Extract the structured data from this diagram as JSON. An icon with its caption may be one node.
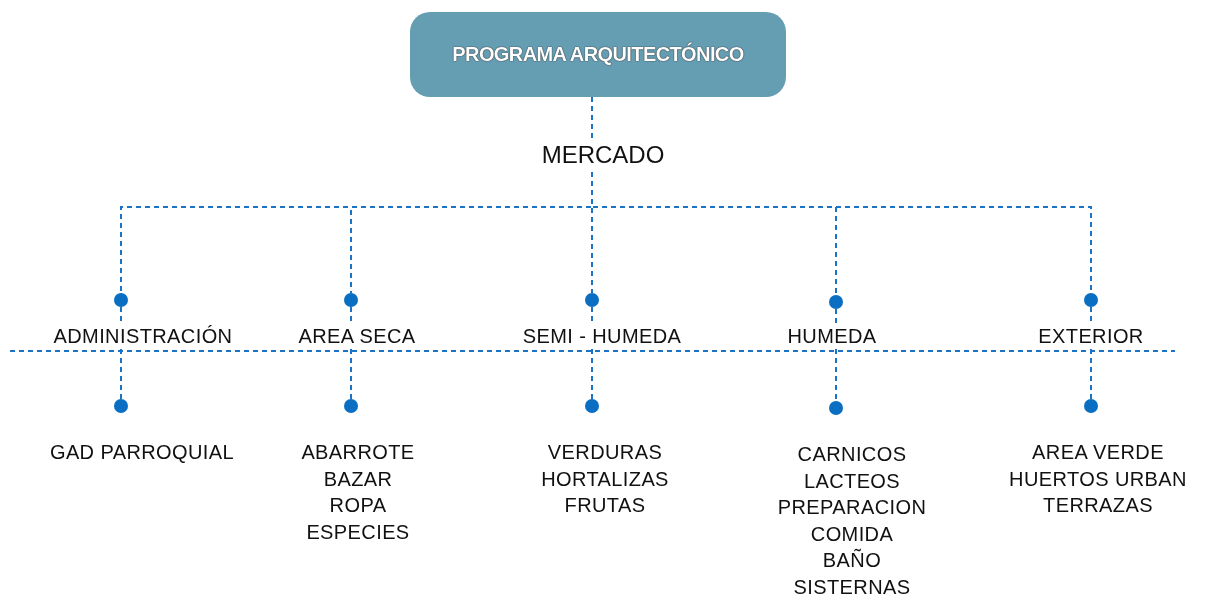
{
  "diagram": {
    "nodes": [
      {
        "text": [
          "PROGRAMA ARQUITECTÓNICO"
        ]
      },
      {
        "text": [
          "MERCADO"
        ]
      },
      {
        "text": [],
        "shape": "circle"
      },
      {
        "text": [],
        "shape": "circle"
      },
      {
        "text": [],
        "shape": "circle"
      },
      {
        "text": [],
        "shape": "circle"
      },
      {
        "text": [],
        "shape": "circle"
      },
      {
        "text": [
          "ADMINISTRACIÓN"
        ]
      },
      {
        "text": [
          "AREA SECA"
        ]
      },
      {
        "text": [
          "SEMI - HUMEDA"
        ]
      },
      {
        "text": [
          "HUMEDA"
        ]
      },
      {
        "text": [
          "EXTERIOR"
        ]
      },
      {
        "text": [],
        "shape": "circle",
        "beside": [
          "GAD PARROQUIAL"
        ]
      },
      {
        "text": [],
        "shape": "circle",
        "beside": [
          "ABARROTE",
          "BAZAR",
          "ROPA",
          "ESPECIES"
        ]
      },
      {
        "text": [],
        "shape": "circle",
        "beside": [
          "VERDURAS",
          "HORTALIZAS",
          "FRUTAS"
        ]
      },
      {
        "text": [],
        "shape": "circle",
        "beside": [
          "CARNICOS",
          "LACTEOS",
          "PREPARACION",
          "COMIDA",
          "BAÑO",
          "SISTERNAS"
        ]
      },
      {
        "text": [],
        "shape": "circle",
        "beside": [
          "AREA VERDE",
          "HUERTOS URBAN",
          "TERRAZAS"
        ]
      }
    ],
    "edges": [
      {
        "from": 0,
        "to": 1,
        "arrow": "none"
      },
      {
        "from": 1,
        "to": 2,
        "arrow": "none"
      },
      {
        "from": 1,
        "to": 3,
        "arrow": "none"
      },
      {
        "from": 1,
        "to": 4,
        "arrow": "none"
      },
      {
        "from": 1,
        "to": 5,
        "arrow": "none"
      },
      {
        "from": 1,
        "to": 6,
        "arrow": "none"
      },
      {
        "from": 2,
        "to": 7,
        "arrow": "none"
      },
      {
        "from": 3,
        "to": 8,
        "arrow": "none"
      },
      {
        "from": 4,
        "to": 9,
        "arrow": "none"
      },
      {
        "from": 5,
        "to": 10,
        "arrow": "none"
      },
      {
        "from": 6,
        "to": 11,
        "arrow": "none"
      },
      {
        "from": 7,
        "to": 12,
        "arrow": "none"
      },
      {
        "from": 8,
        "to": 13,
        "arrow": "none"
      },
      {
        "from": 9,
        "to": 14,
        "arrow": "none"
      },
      {
        "from": 10,
        "to": 15,
        "arrow": "none"
      },
      {
        "from": 11,
        "to": 16,
        "arrow": "none"
      }
    ]
  }
}
